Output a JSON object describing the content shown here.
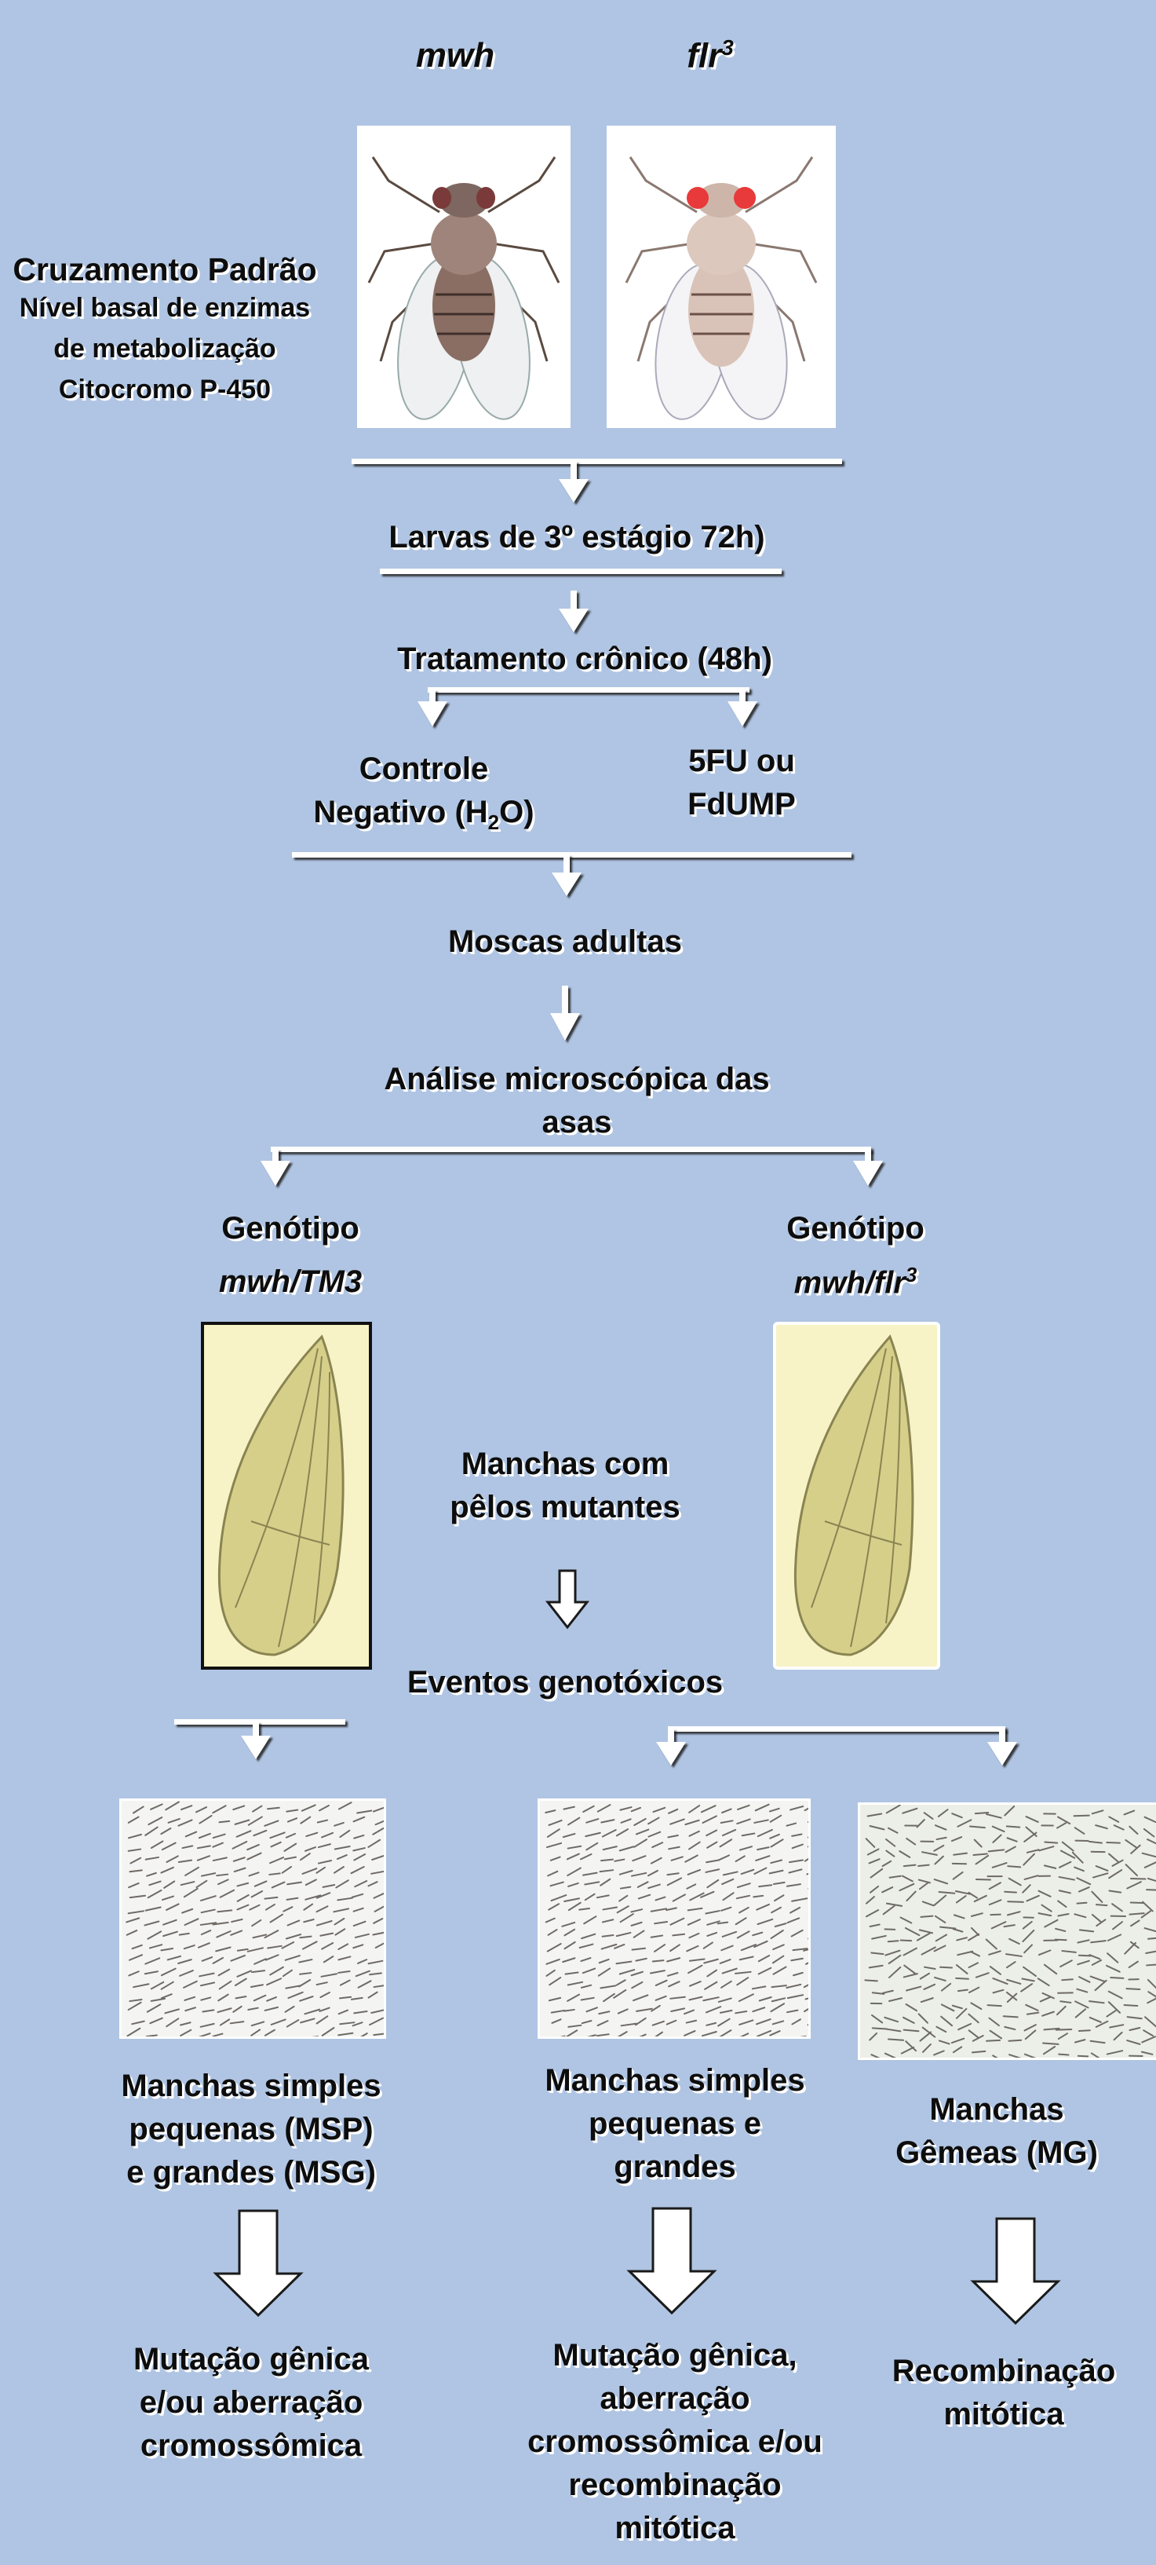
{
  "parents": {
    "left_label": "mwh",
    "right_label": "flr",
    "right_sup": "3"
  },
  "cross": {
    "title": "Cruzamento Padrão",
    "line1": "Nível basal de enzimas",
    "line2": "de metabolização",
    "line3": "Citocromo P-450"
  },
  "flow": {
    "larvae": "Larvas de 3º estágio 72h)",
    "treatment": "Tratamento crônico (48h)",
    "control_line1": "Controle",
    "control_line2_pre": "Negativo (H",
    "control_sub": "2",
    "control_line2_post": "O)",
    "drug_line1": "5FU ou",
    "drug_line2": "FdUMP",
    "adults": "Moscas adultas",
    "analysis_line1": "Análise microscópica das",
    "analysis_line2": "asas"
  },
  "genotypes": {
    "left_title": "Genótipo",
    "left_name": "mwh/TM3",
    "right_title": "Genótipo",
    "right_name": "mwh/flr",
    "right_sup": "3"
  },
  "center": {
    "spots_line1": "Manchas com",
    "spots_line2": "pêlos mutantes",
    "events": "Eventos genotóxicos"
  },
  "results": {
    "left_lines": [
      "Manchas simples",
      "pequenas (MSP)",
      "e grandes (MSG)"
    ],
    "middle_lines": [
      "Manchas simples",
      "pequenas e",
      "grandes"
    ],
    "right_lines": [
      "Manchas",
      "Gêmeas  (MG)"
    ]
  },
  "outcomes": {
    "left_lines": [
      "Mutação gênica",
      "e/ou aberração",
      "cromossômica"
    ],
    "middle_lines": [
      "Mutação gênica,",
      "aberração",
      "cromossômica e/ou",
      "recombinação",
      "mitótica"
    ],
    "right_lines": [
      "Recombinação",
      "mitótica"
    ]
  },
  "colors": {
    "background": "#b0c5e3",
    "arrow": "#ffffff",
    "wing_fill": "#d6cf8a",
    "wing_frame": "#f7f3c6"
  }
}
